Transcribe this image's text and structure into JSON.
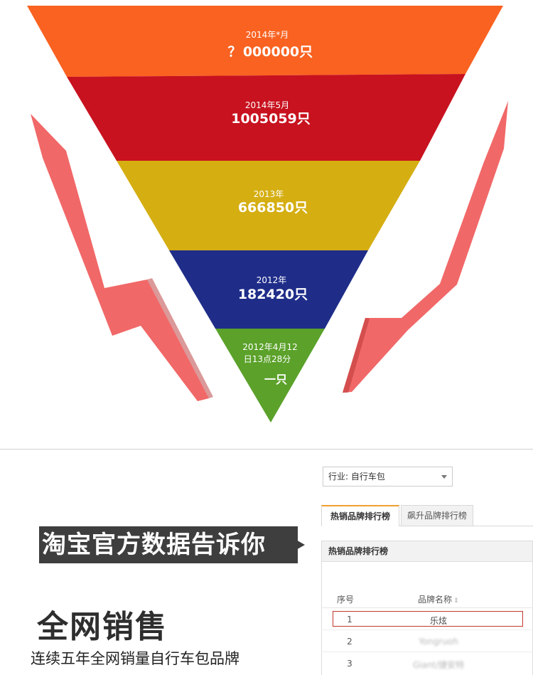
{
  "funnel": {
    "layers": [
      {
        "date": "2014年*月",
        "count": "000000只",
        "prefix": "？",
        "color": "#f96220"
      },
      {
        "date": "2014年5月",
        "count": "1005059只",
        "color": "#c8121f"
      },
      {
        "date": "2013年",
        "count": "666850只",
        "color": "#d5ae12"
      },
      {
        "date": "2012年",
        "count": "182420只",
        "color": "#1f2d89"
      },
      {
        "date_line1": "2012年4月12",
        "date_line2": "日13点28分",
        "count": "一只",
        "color": "#5ba12a"
      }
    ],
    "arrow_color": "#e85a5a"
  },
  "banner": {
    "text": "淘宝官方数据告诉你"
  },
  "headline": {
    "title": "全网销售",
    "subtitle": "连续五年全网销量自行车包品牌"
  },
  "panel": {
    "industry_select": "行业: 自行车包",
    "tabs": [
      {
        "label": "热销品牌排行榜",
        "active": true
      },
      {
        "label": "飙升品牌排行榜",
        "active": false
      }
    ],
    "section_title": "热销品牌排行榜",
    "columns": [
      "序号",
      "品牌名称"
    ],
    "rows": [
      {
        "rank": "1",
        "name": "乐炫"
      },
      {
        "rank": "2",
        "name": "Yongruoh"
      },
      {
        "rank": "3",
        "name": "Giant/捷安特"
      }
    ]
  }
}
